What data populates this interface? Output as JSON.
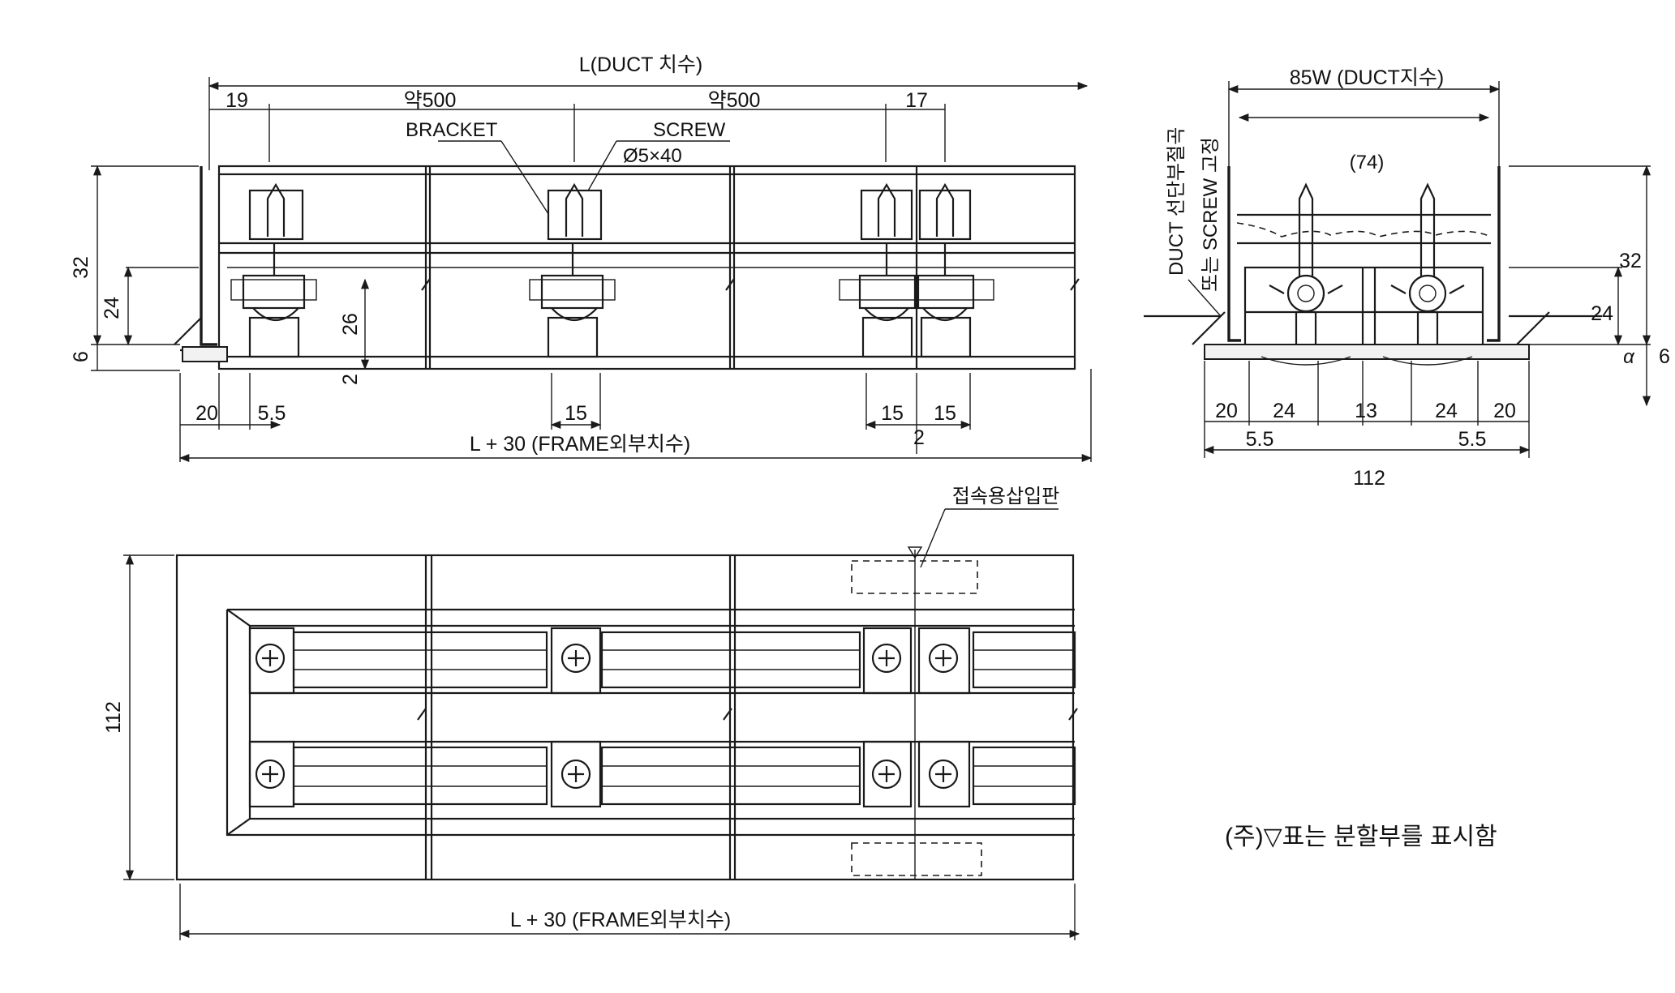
{
  "front_view": {
    "title_dim": "L(DUCT 치수)",
    "dim_19": "19",
    "dim_approx500_a": "약500",
    "dim_approx500_b": "약500",
    "dim_17": "17",
    "label_bracket": "BRACKET",
    "label_screw": "SCREW",
    "label_screw_size": "Ø5×40",
    "dim_32": "32",
    "dim_24": "24",
    "dim_26": "26",
    "dim_6": "6",
    "dim_2_left": "2",
    "dim_20": "20",
    "dim_5_5": "5.5",
    "dim_15_a": "15",
    "dim_15_b": "15",
    "dim_15_c": "15",
    "dim_2_bottom": "2",
    "bottom_dim": "L + 30 (FRAME외부치수)"
  },
  "side_view": {
    "top_dim": "85W (DUCT지수)",
    "inner_dim": "(74)",
    "side_label_1": "DUCT 선단부절곡",
    "side_label_2": "또는 SCREW 고정",
    "dim_32": "32",
    "dim_24": "24",
    "dim_6": "6",
    "dim_alpha": "α",
    "bottom_dims": [
      "20",
      "24",
      "13",
      "24",
      "20"
    ],
    "dim_5_5_left": "5.5",
    "dim_5_5_right": "5.5",
    "dim_112": "112"
  },
  "plan_view": {
    "label_joint": "접속용삽입판",
    "dim_112": "112",
    "bottom_dim": "L + 30 (FRAME외부치수)"
  },
  "note": "(주)▽표는 분할부를 표시함"
}
